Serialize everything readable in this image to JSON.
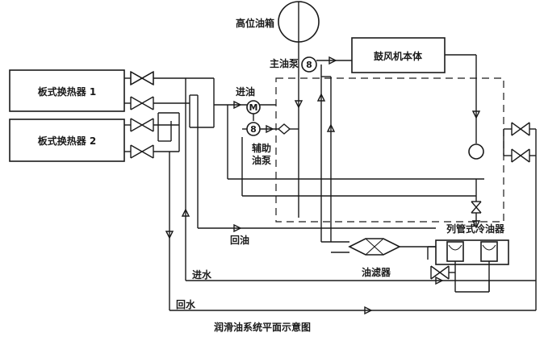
{
  "diagram": {
    "caption": "润滑油系统平面示意图",
    "components": {
      "high_tank": "高位油箱",
      "main_pump": "主油泵",
      "blower": "鼓风机本体",
      "hx1": "板式换热器 1",
      "hx2": "板式换热器 2",
      "aux_pump_line1": "辅助",
      "aux_pump_line2": "油泵",
      "tube_cooler": "列管式冷油器",
      "oil_filter": "油滤器"
    },
    "flows": {
      "oil_in": "进油",
      "oil_return": "回油",
      "water_in": "进水",
      "water_return": "回水"
    },
    "symbols": {
      "motor": "M",
      "pump_main": "8",
      "pump_aux": "8"
    }
  }
}
